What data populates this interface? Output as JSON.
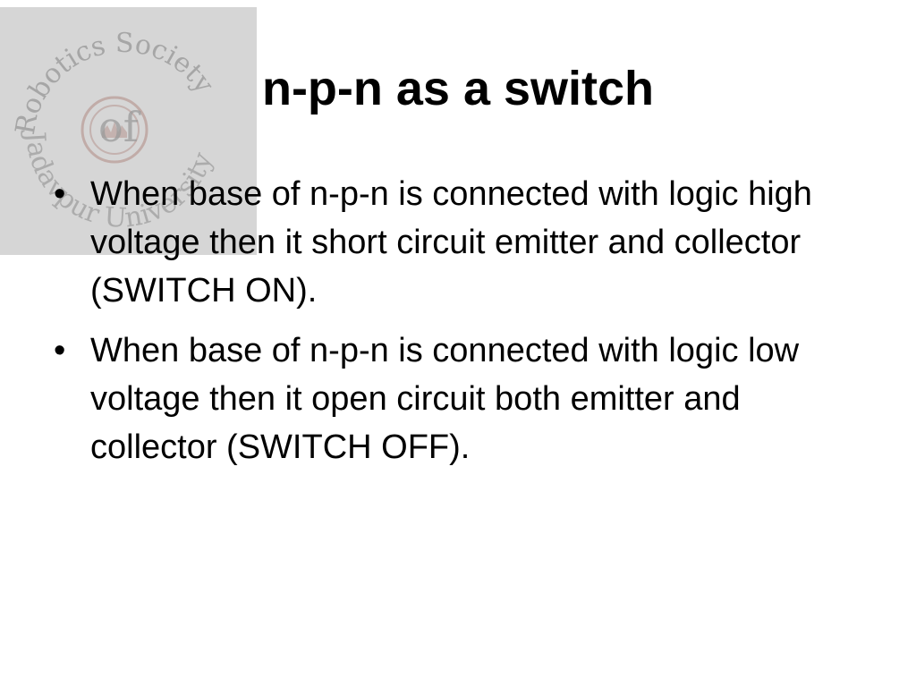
{
  "slide": {
    "title": "n-p-n as a switch",
    "bullets": [
      "When base of n-p-n is connected with logic high voltage then it short circuit emitter and collector (SWITCH ON).",
      "When base of n-p-n is connected  with logic low voltage then it open circuit both emitter and collector (SWITCH OFF)."
    ]
  },
  "watermark": {
    "arc_top": "Robotics Society",
    "arc_bottom": "Jadavpur University",
    "center_letters": "of",
    "icon": "seal-emblem-icon"
  },
  "colors": {
    "background": "#ffffff",
    "text": "#000000",
    "watermark_box": "#d6d6d6",
    "watermark_ink": "#9a9a9a",
    "seal_ring": "#b89a94"
  }
}
